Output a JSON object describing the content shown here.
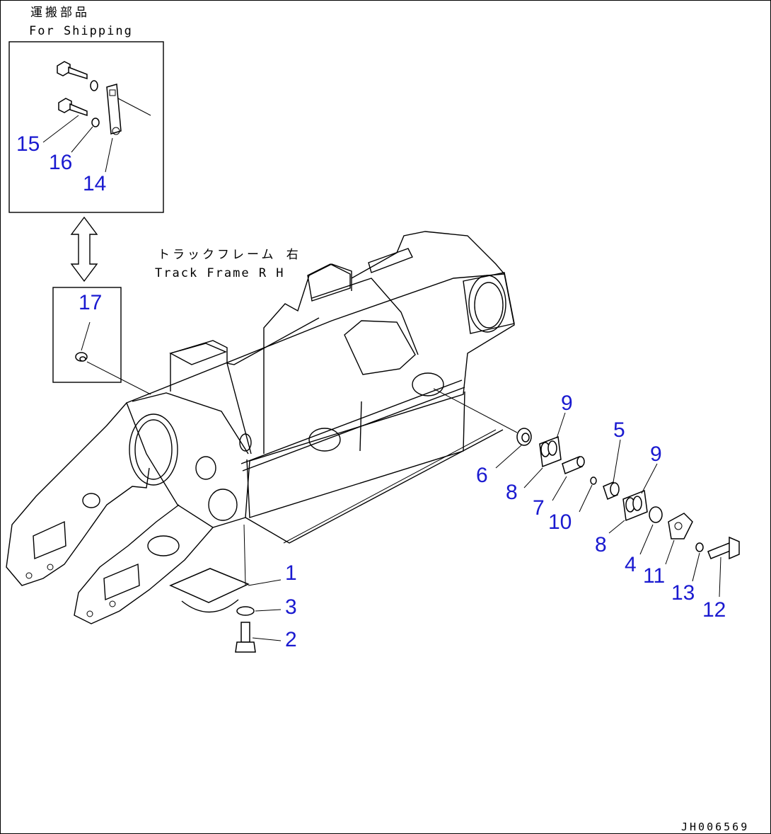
{
  "headings": {
    "shipping_jp": "運搬部品",
    "shipping_en": "For Shipping",
    "frame_jp": "トラックフレーム 右",
    "frame_en": "Track Frame R H"
  },
  "document_id": "JH006569",
  "callouts": {
    "c1": "1",
    "c2": "2",
    "c3": "3",
    "c4": "4",
    "c5": "5",
    "c6": "6",
    "c7": "7",
    "c8a": "8",
    "c8b": "8",
    "c9a": "9",
    "c9b": "9",
    "c10": "10",
    "c11": "11",
    "c12": "12",
    "c13": "13",
    "c14": "14",
    "c15": "15",
    "c16": "16",
    "c17": "17"
  }
}
